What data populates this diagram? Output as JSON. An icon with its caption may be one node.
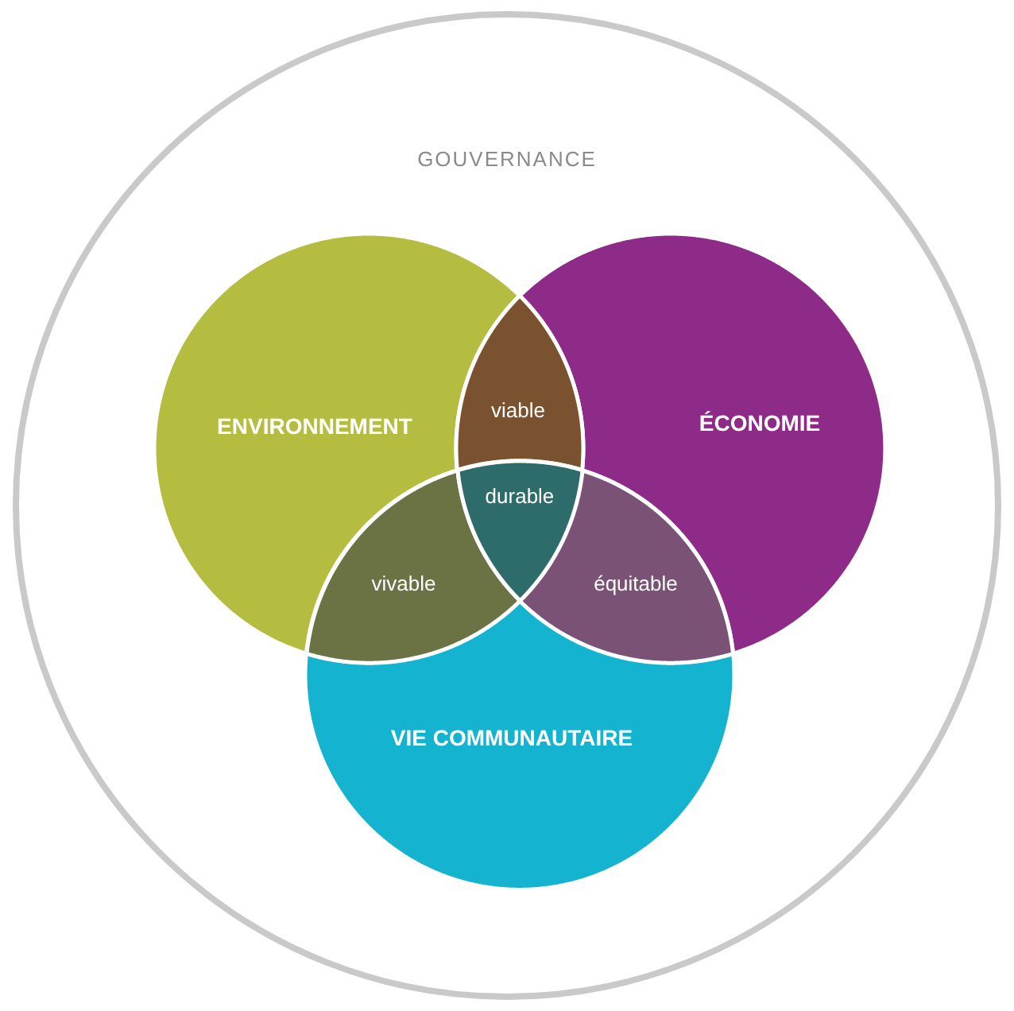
{
  "diagram": {
    "nodes": [
      {
        "text": [
          "GOUVERNANCE"
        ]
      },
      {
        "text": [
          "ENVIRONNEMENT"
        ],
        "in": 0
      },
      {
        "text": [
          "ÉCONOMIE"
        ],
        "in": 0
      },
      {
        "text": [
          "VIE COMMUNAUTAIRE"
        ],
        "in": 0
      },
      {
        "text": [
          "viable"
        ],
        "in": 0
      },
      {
        "text": [
          "vivable"
        ],
        "in": 0
      },
      {
        "text": [
          "équitable"
        ],
        "in": 0
      },
      {
        "text": [
          "durable"
        ],
        "in": 0
      }
    ]
  }
}
